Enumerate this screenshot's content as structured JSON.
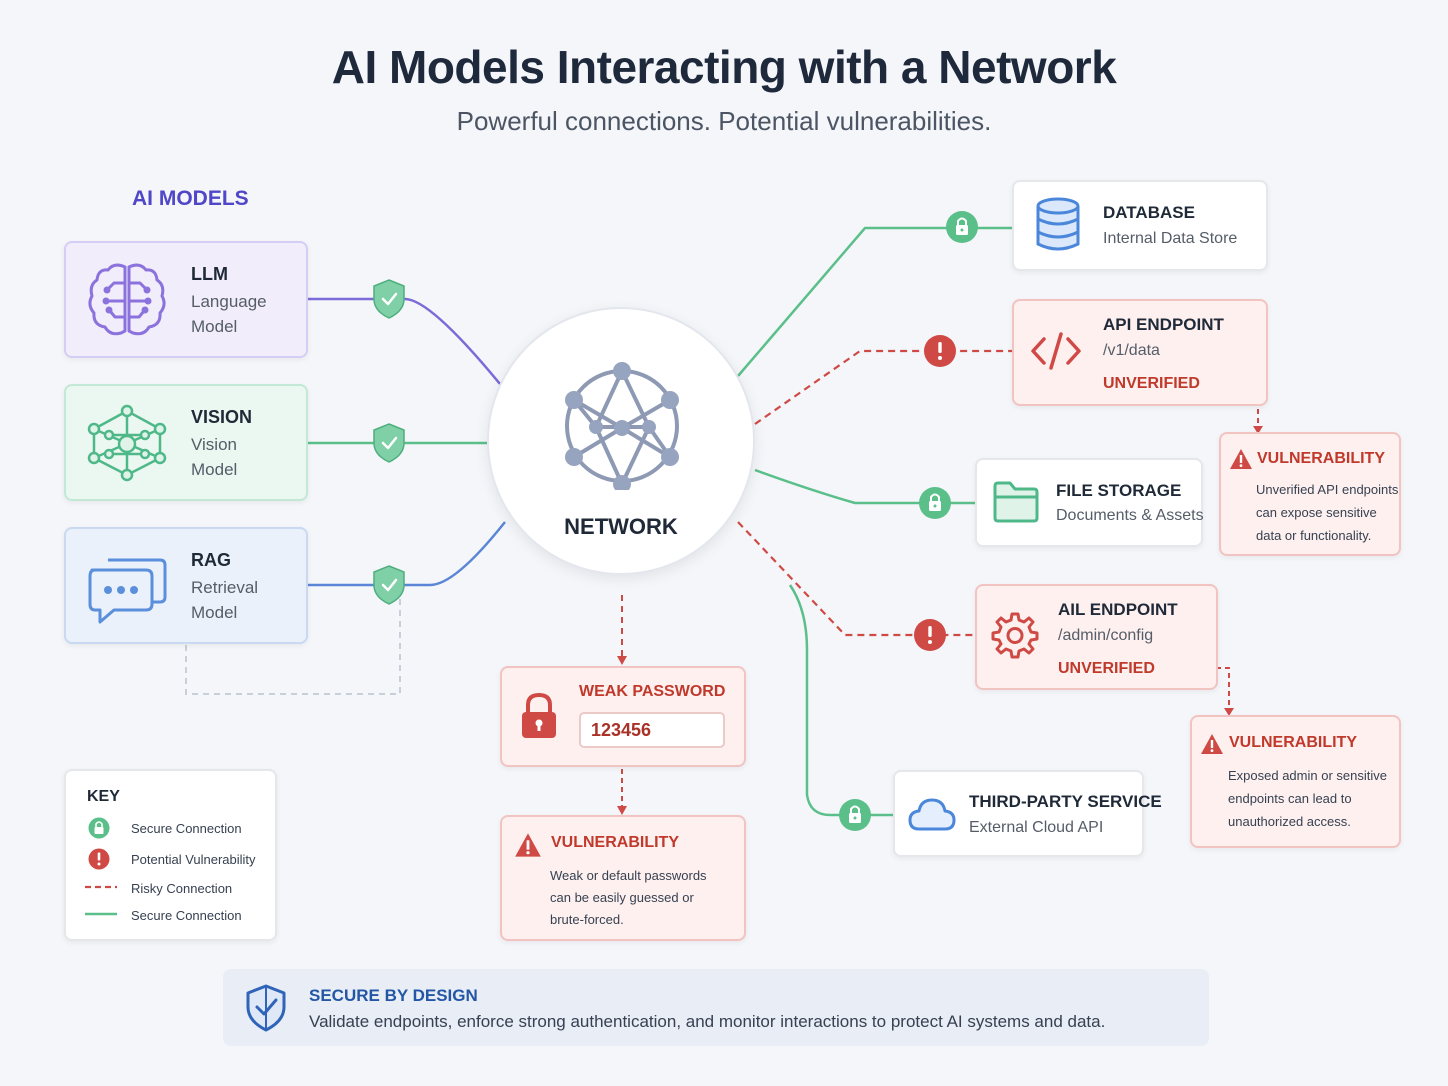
{
  "title": "AI Models Interacting with a Network",
  "subtitle": "Powerful connections. Potential vulnerabilities.",
  "models_heading": "AI MODELS",
  "models": {
    "llm": {
      "title": "LLM",
      "line1": "Language",
      "line2": "Model"
    },
    "vision": {
      "title": "VISION",
      "line1": "Vision",
      "line2": "Model"
    },
    "rag": {
      "title": "RAG",
      "line1": "Retrieval",
      "line2": "Model"
    }
  },
  "network": {
    "label": "NETWORK"
  },
  "nodes": {
    "database": {
      "title": "DATABASE",
      "sub": "Internal Data Store"
    },
    "api": {
      "title": "API ENDPOINT",
      "sub": "/v1/data",
      "status": "UNVERIFIED"
    },
    "file_storage": {
      "title": "FILE STORAGE",
      "sub": "Documents & Assets"
    },
    "admin": {
      "title": "AIL ENDPOINT",
      "sub": "/admin/config",
      "status": "UNVERIFIED"
    },
    "third_party": {
      "title": "THIRD-PARTY SERVICE",
      "sub": "External Cloud API"
    }
  },
  "vulnerabilities": {
    "api": {
      "title": "VULNERABILITY",
      "lines": [
        "Unverified API endpoints",
        "can expose sensitive",
        "data or functionality."
      ]
    },
    "admin": {
      "title": "VULNERABILITY",
      "lines": [
        "Exposed admin or sensitive",
        "endpoints can lead to",
        "unauthorized access."
      ]
    },
    "password": {
      "title": "VULNERABILITY",
      "lines": [
        "Weak or default passwords",
        "can be easily guessed or",
        "brute-forced."
      ]
    }
  },
  "weak_password": {
    "title": "WEAK PASSWORD",
    "value": "123456"
  },
  "key": {
    "title": "KEY",
    "items": [
      "Secure Connection",
      "Potential Vulnerability",
      "Risky Connection",
      "Secure Connection"
    ]
  },
  "banner": {
    "title": "SECURE BY DESIGN",
    "text": "Validate endpoints, enforce strong authentication, and monitor interactions to protect AI systems and data."
  },
  "icons": [
    "brain-icon",
    "network-graph-icon",
    "chat-bubble-icon",
    "database-icon",
    "code-icon",
    "folder-icon",
    "gear-icon",
    "cloud-icon",
    "lock-icon",
    "alert-icon",
    "warning-triangle-icon",
    "shield-check-icon"
  ],
  "colors": {
    "secure": "#5bbf8a",
    "risk": "#d04a45",
    "llm": "#7c6ad8",
    "rag": "#5b86d6",
    "banner_accent": "#2456a6"
  }
}
